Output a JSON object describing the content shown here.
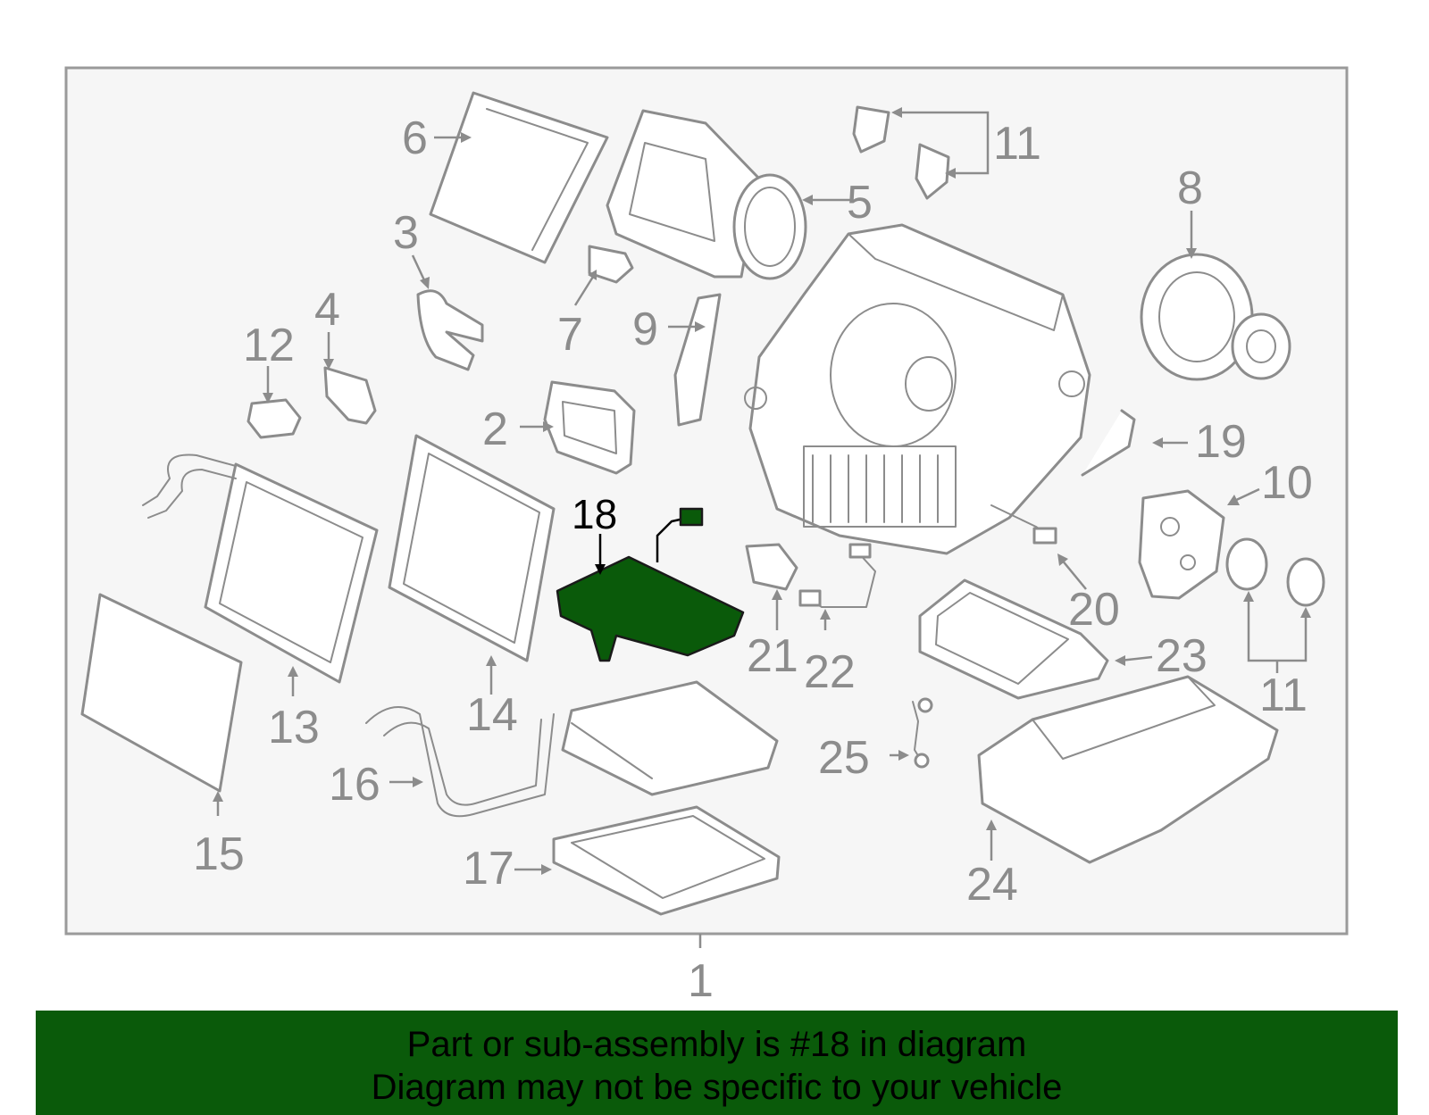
{
  "callouts": {
    "c1": "1",
    "c2": "2",
    "c3": "3",
    "c4": "4",
    "c5": "5",
    "c6": "6",
    "c7": "7",
    "c8": "8",
    "c9": "9",
    "c10": "10",
    "c11a": "11",
    "c11b": "11",
    "c12": "12",
    "c13": "13",
    "c14": "14",
    "c15": "15",
    "c16": "16",
    "c17": "17",
    "c18": "18",
    "c19": "19",
    "c20": "20",
    "c21": "21",
    "c22": "22",
    "c23": "23",
    "c24": "24",
    "c25": "25"
  },
  "highlight": {
    "part_number": "18",
    "color": "#0a5a0a"
  },
  "banner": {
    "line1": "Part or sub-assembly is #18 in diagram",
    "line2": "Diagram may not be specific to your vehicle",
    "background": "#0a5a0a"
  }
}
